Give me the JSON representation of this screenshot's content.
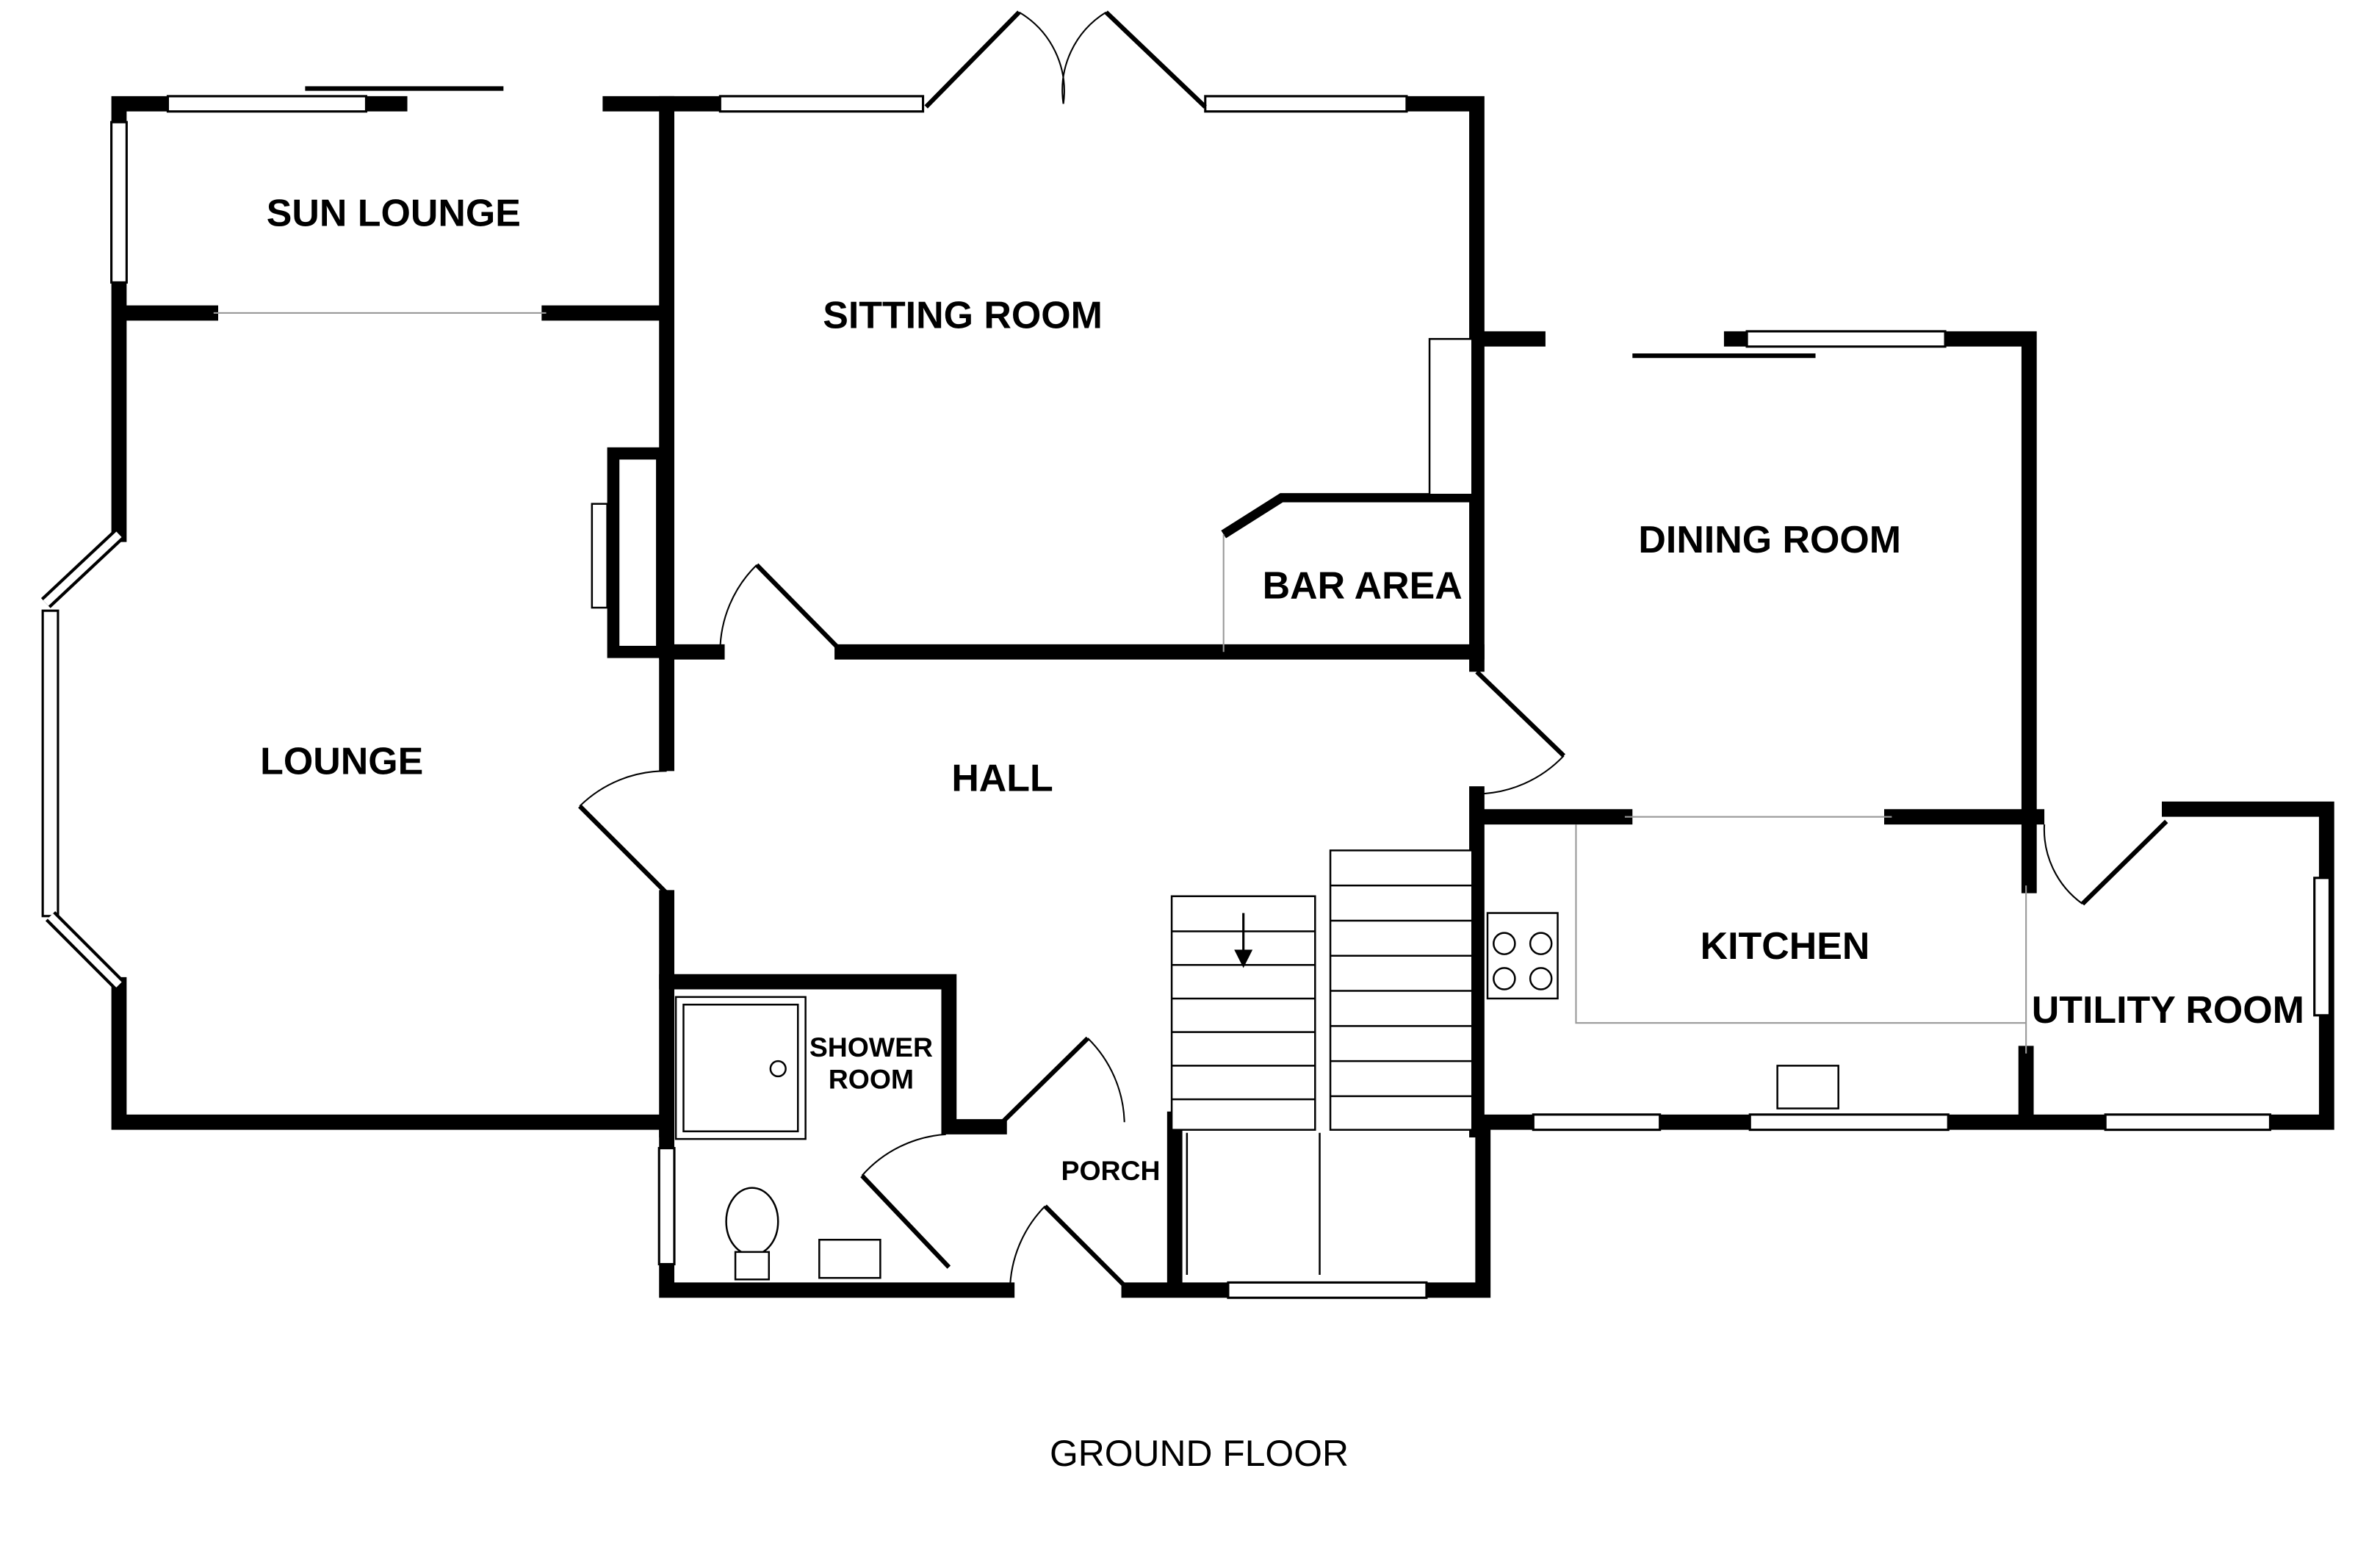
{
  "floor_title": "GROUND FLOOR",
  "rooms": {
    "sun_lounge": "SUN LOUNGE",
    "sitting_room": "SITTING ROOM",
    "lounge": "LOUNGE",
    "bar_area": "BAR AREA",
    "dining_room": "DINING ROOM",
    "hall": "HALL",
    "kitchen": "KITCHEN",
    "utility_room": "UTILITY ROOM",
    "shower_room_line1": "SHOWER",
    "shower_room_line2": "ROOM",
    "porch": "PORCH"
  }
}
